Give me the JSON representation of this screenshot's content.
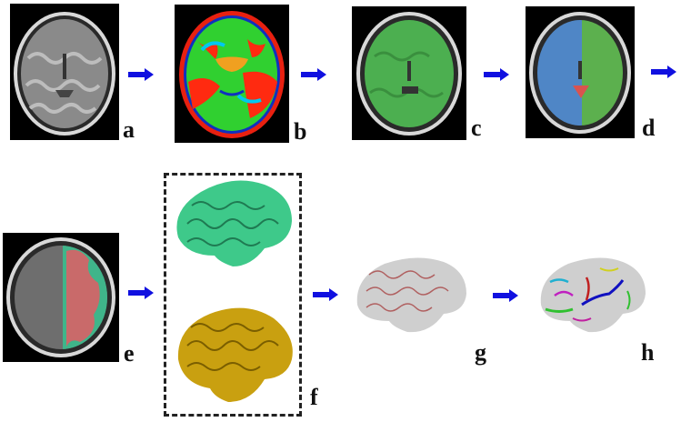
{
  "figure": {
    "description": "MRI brain processing pipeline",
    "panels": [
      {
        "id": "a",
        "label": "a",
        "content": "T1-weighted axial MRI slice (grayscale)"
      },
      {
        "id": "b",
        "label": "b",
        "content": "Pseudocolor intensity map of axial slice"
      },
      {
        "id": "c",
        "label": "c",
        "content": "Brain mask overlay (green)"
      },
      {
        "id": "d",
        "label": "d",
        "content": "Hemisphere segmentation (blue left, green right, red cerebellum)"
      },
      {
        "id": "e",
        "label": "e",
        "content": "Gray/white matter segmentation on one hemisphere (green/red)"
      },
      {
        "id": "f",
        "label": "f",
        "content": "3D cortical surfaces: pial (green) and white (gold)"
      },
      {
        "id": "g",
        "label": "g",
        "content": "Cortical surface with sulcal lines"
      },
      {
        "id": "h",
        "label": "h",
        "content": "Labeled sulci in multiple colors"
      }
    ],
    "colors": {
      "arrow": "#1010e0",
      "dashed_border": "#222222",
      "mask_green": "#4caf50",
      "hemisphere_blue": "#4f86c6",
      "cerebellum_red": "#d9534f",
      "pial_green": "#3ec98a",
      "white_gold": "#c9a010",
      "surface_gray": "#cfcfcf"
    }
  }
}
